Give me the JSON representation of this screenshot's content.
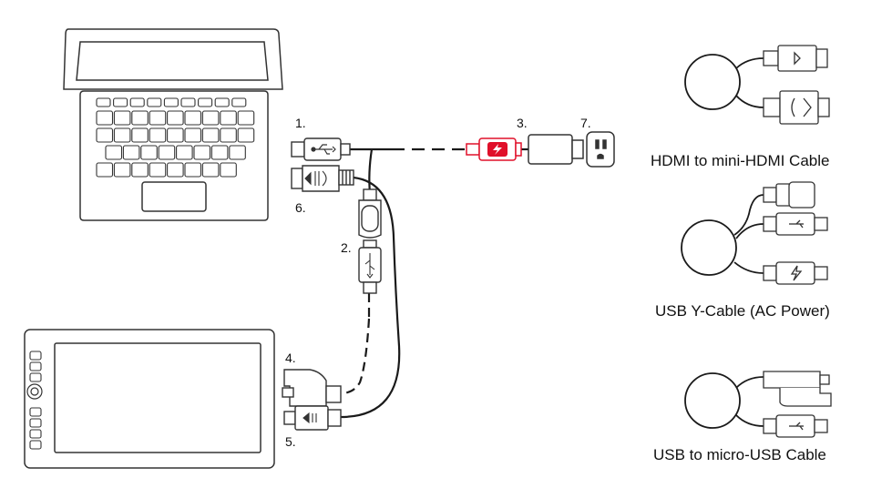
{
  "callouts": {
    "n1": "1.",
    "n2": "2.",
    "n3": "3.",
    "n4": "4.",
    "n5": "5.",
    "n6": "6.",
    "n7": "7."
  },
  "captions": {
    "hdmi_cable": "HDMI to mini-HDMI Cable",
    "usb_y_cable": "USB Y-Cable (AC Power)",
    "usb_micro_cable": "USB to micro-USB Cable"
  },
  "colors": {
    "line": "#1a1a1a",
    "power_accent": "#e0102a",
    "background": "#ffffff"
  },
  "icons": [
    "laptop-icon",
    "pen-display-icon",
    "usb-icon",
    "hdmi-icon",
    "power-bolt-icon",
    "ac-outlet-icon",
    "power-adapter-icon"
  ]
}
